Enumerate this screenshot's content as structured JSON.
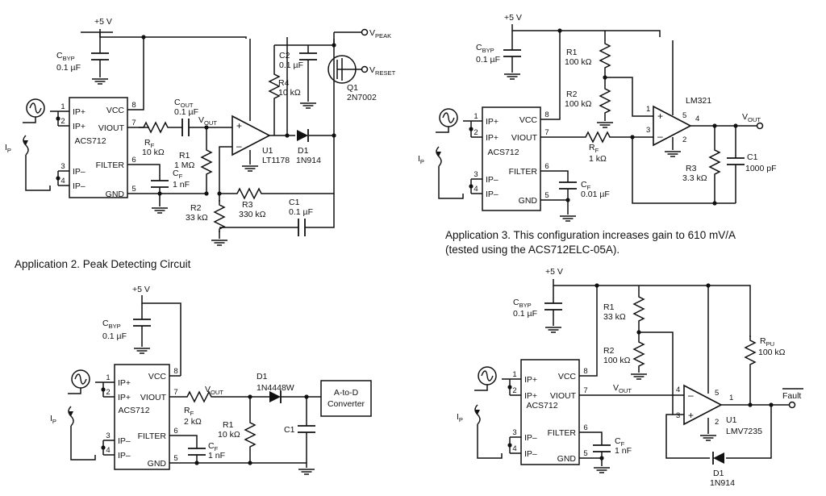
{
  "captions": {
    "app2": "Application 2. Peak Detecting Circuit",
    "app3_line1": "Application 3. This configuration increases gain to 610 mV/A",
    "app3_line2": "(tested using the ACS712ELC-05A)."
  },
  "common": {
    "supply": "+5 V",
    "cbyp_main": "C",
    "cbyp_sub": "BYP",
    "cbyp_val": "0.1 µF",
    "ic": "ACS712",
    "pin_vcc": "VCC",
    "pin_viout": "VIOUT",
    "pin_filter": "FILTER",
    "pin_gnd": "GND",
    "pin_ipp": "IP+",
    "pin_ipm": "IP–",
    "ip_main": "I",
    "ip_sub": "P",
    "vout_main": "V",
    "vout_sub": "OUT",
    "rf_main": "R",
    "rf_sub": "F",
    "cf_main": "C",
    "cf_sub": "F",
    "n1": "1",
    "n2": "2",
    "n3": "3",
    "n4": "4",
    "n5": "5",
    "n6": "6",
    "n7": "7",
    "n8": "8"
  },
  "app2": {
    "rf_val": "10 kΩ",
    "cout_main": "C",
    "cout_sub": "OUT",
    "cout_val": "0.1 µF",
    "r1": "R1",
    "r1_val": "1 MΩ",
    "cf_val": "1 nF",
    "u1": "U1",
    "u1_part": "LT1178",
    "d1": "D1",
    "d1_part": "1N914",
    "r2": "R2",
    "r2_val": "33 kΩ",
    "r3": "R3",
    "r3_val": "330 kΩ",
    "c1": "C1",
    "c1_val": "0.1 µF",
    "c2": "C2",
    "c2_val": "0.1 µF",
    "r4": "R4",
    "r4_val": "10 kΩ",
    "q1": "Q1",
    "q1_part": "2N7002",
    "vpeak_main": "V",
    "vpeak_sub": "PEAK",
    "vreset_main": "V",
    "vreset_sub": "RESET"
  },
  "app3": {
    "r1": "R1",
    "r1_val": "100 kΩ",
    "r2": "R2",
    "r2_val": "100 kΩ",
    "rf_val": "1 kΩ",
    "cf_val": "0.01 µF",
    "u1_part": "LM321",
    "r3": "R3",
    "r3_val": "3.3 kΩ",
    "c1": "C1",
    "c1_val": "1000 pF"
  },
  "app4": {
    "rf_val": "2 kΩ",
    "cf_val": "1 nF",
    "r1": "R1",
    "r1_val": "10 kΩ",
    "d1": "D1",
    "d1_part": "1N4448W",
    "c1": "C1",
    "adc_line1": "A-to-D",
    "adc_line2": "Converter"
  },
  "app5": {
    "r1": "R1",
    "r1_val": "33 kΩ",
    "r2": "R2",
    "r2_val": "100 kΩ",
    "rpu_main": "R",
    "rpu_sub": "PU",
    "rpu_val": "100 kΩ",
    "cf_val": "1 nF",
    "u1": "U1",
    "u1_part": "LMV7235",
    "d1": "D1",
    "d1_part": "1N914",
    "fault": "Fault"
  }
}
